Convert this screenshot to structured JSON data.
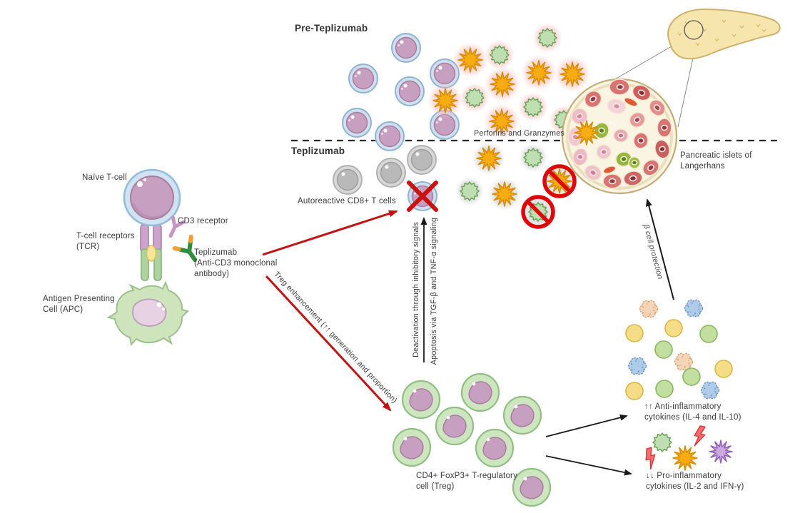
{
  "sections": {
    "pre_title": "Pre-Teplizumab",
    "post_title": "Teplizumab"
  },
  "left_panel": {
    "naive_tcell": "Naïve T-cell",
    "cd3_receptor": "CD3 receptor",
    "tcr": "T-cell receptors\n(TCR)",
    "teplizumab_antibody": "Teplizumab\n(Anti-CD3 monoclonal\nantibody)",
    "apc": "Antigen Presenting\nCell (APC)"
  },
  "labels": {
    "autoreactive": "Autoreactive CD8+ T cells",
    "perforins": "Perforins and Granzymes",
    "islets": "Pancreatic islets of\nLangerhans",
    "treg": "CD4+ FoxP3+ T-regulatory\ncell (Treg)",
    "anti_inflammatory": "↑↑ Anti-inflammatory\ncytokines (IL-4 and IL-10)",
    "pro_inflammatory": "↓↓ Pro-inflammatory\ncytokines (IL-2 and IFN-γ)"
  },
  "arrows": {
    "deactivation": "Deactivation through inhibitory signals",
    "apoptosis": "Apoptosis via TGF-β and TNF-α signaling",
    "treg_enhancement": "Treg enhancement (↑↑ generation and proportion)",
    "beta_protection": "β cell protection"
  },
  "colors": {
    "arrow_red": "#c11414",
    "prohibited_red": "#dd0707",
    "glow_pink": "#f7a8a8",
    "glow_gray": "#b4b4b4",
    "cd8_membrane": "#cfe0ef",
    "cd8_nucleus": "#c79fc0",
    "deactivated_gray": "#c2c2c2",
    "treg_membrane": "#cde6c0",
    "perforin_orange": "#f7ac12",
    "granzyme_green": "#bfdfb2",
    "islet_red": "#d97474",
    "islet_green": "#94b83e",
    "pancreas_yellow": "#f6e6ae",
    "cytokine_yellow": "#f5dd88",
    "cytokine_green": "#c2dfa0",
    "cytokine_blue": "#aecbe8",
    "cytokine_peach": "#f5d5b8",
    "lightning_red": "#f56d6d",
    "ifn_purple": "#cbaade"
  }
}
